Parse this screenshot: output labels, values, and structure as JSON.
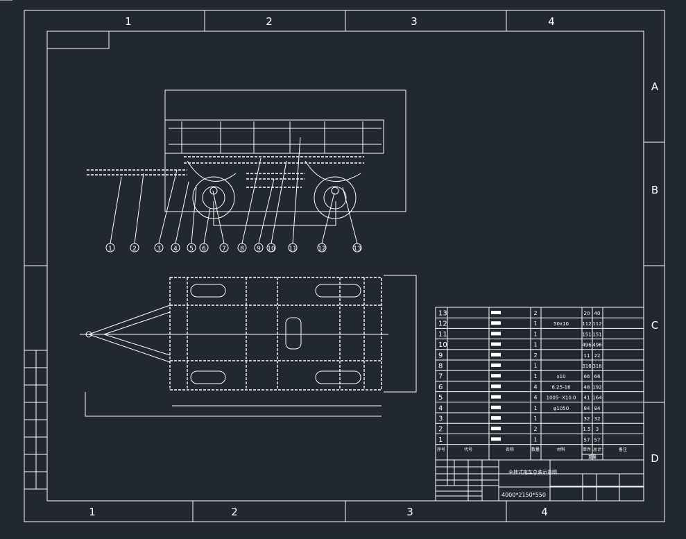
{
  "zones": {
    "top": [
      "1",
      "2",
      "3",
      "4"
    ],
    "bottom": [
      "1",
      "2",
      "3",
      "4"
    ],
    "right": [
      "A",
      "B",
      "C",
      "D"
    ]
  },
  "callouts": [
    "1",
    "2",
    "3",
    "4",
    "5",
    "6",
    "7",
    "8",
    "9",
    "10",
    "11",
    "12",
    "13"
  ],
  "bom": {
    "rows": [
      {
        "no": "13",
        "qty": "2",
        "spec": "",
        "w1": "20",
        "w2": "40"
      },
      {
        "no": "12",
        "qty": "1",
        "spec": "50x10",
        "w1": "112",
        "w2": "112"
      },
      {
        "no": "11",
        "qty": "1",
        "spec": "",
        "w1": "151",
        "w2": "151"
      },
      {
        "no": "10",
        "qty": "1",
        "spec": "",
        "w1": "496",
        "w2": "496"
      },
      {
        "no": "9",
        "qty": "2",
        "spec": "",
        "w1": "11",
        "w2": "22"
      },
      {
        "no": "8",
        "qty": "1",
        "spec": "",
        "w1": "316",
        "w2": "316"
      },
      {
        "no": "7",
        "qty": "1",
        "spec": "x10",
        "w1": "66",
        "w2": "66"
      },
      {
        "no": "6",
        "qty": "4",
        "spec": "6.25-16",
        "w1": "48",
        "w2": "192"
      },
      {
        "no": "5",
        "qty": "4",
        "spec": "1005-  X10.0",
        "w1": "41",
        "w2": "164"
      },
      {
        "no": "4",
        "qty": "1",
        "spec": "φ1050",
        "w1": "84",
        "w2": "84"
      },
      {
        "no": "3",
        "qty": "1",
        "spec": "",
        "w1": "32",
        "w2": "32"
      },
      {
        "no": "2",
        "qty": "2",
        "spec": "",
        "w1": "1.5",
        "w2": "3"
      },
      {
        "no": "1",
        "qty": "1",
        "spec": "",
        "w1": "57",
        "w2": "57"
      }
    ],
    "headers": {
      "no": "序号",
      "code": "代号",
      "name": "名称",
      "qty": "数量",
      "material": "材料",
      "single": "单件",
      "total": "总计",
      "weight": "重量",
      "remark": "备注"
    }
  },
  "title_block": {
    "title": "全挂式拖车总装示意图",
    "dimensions": "4000*2150*550"
  }
}
